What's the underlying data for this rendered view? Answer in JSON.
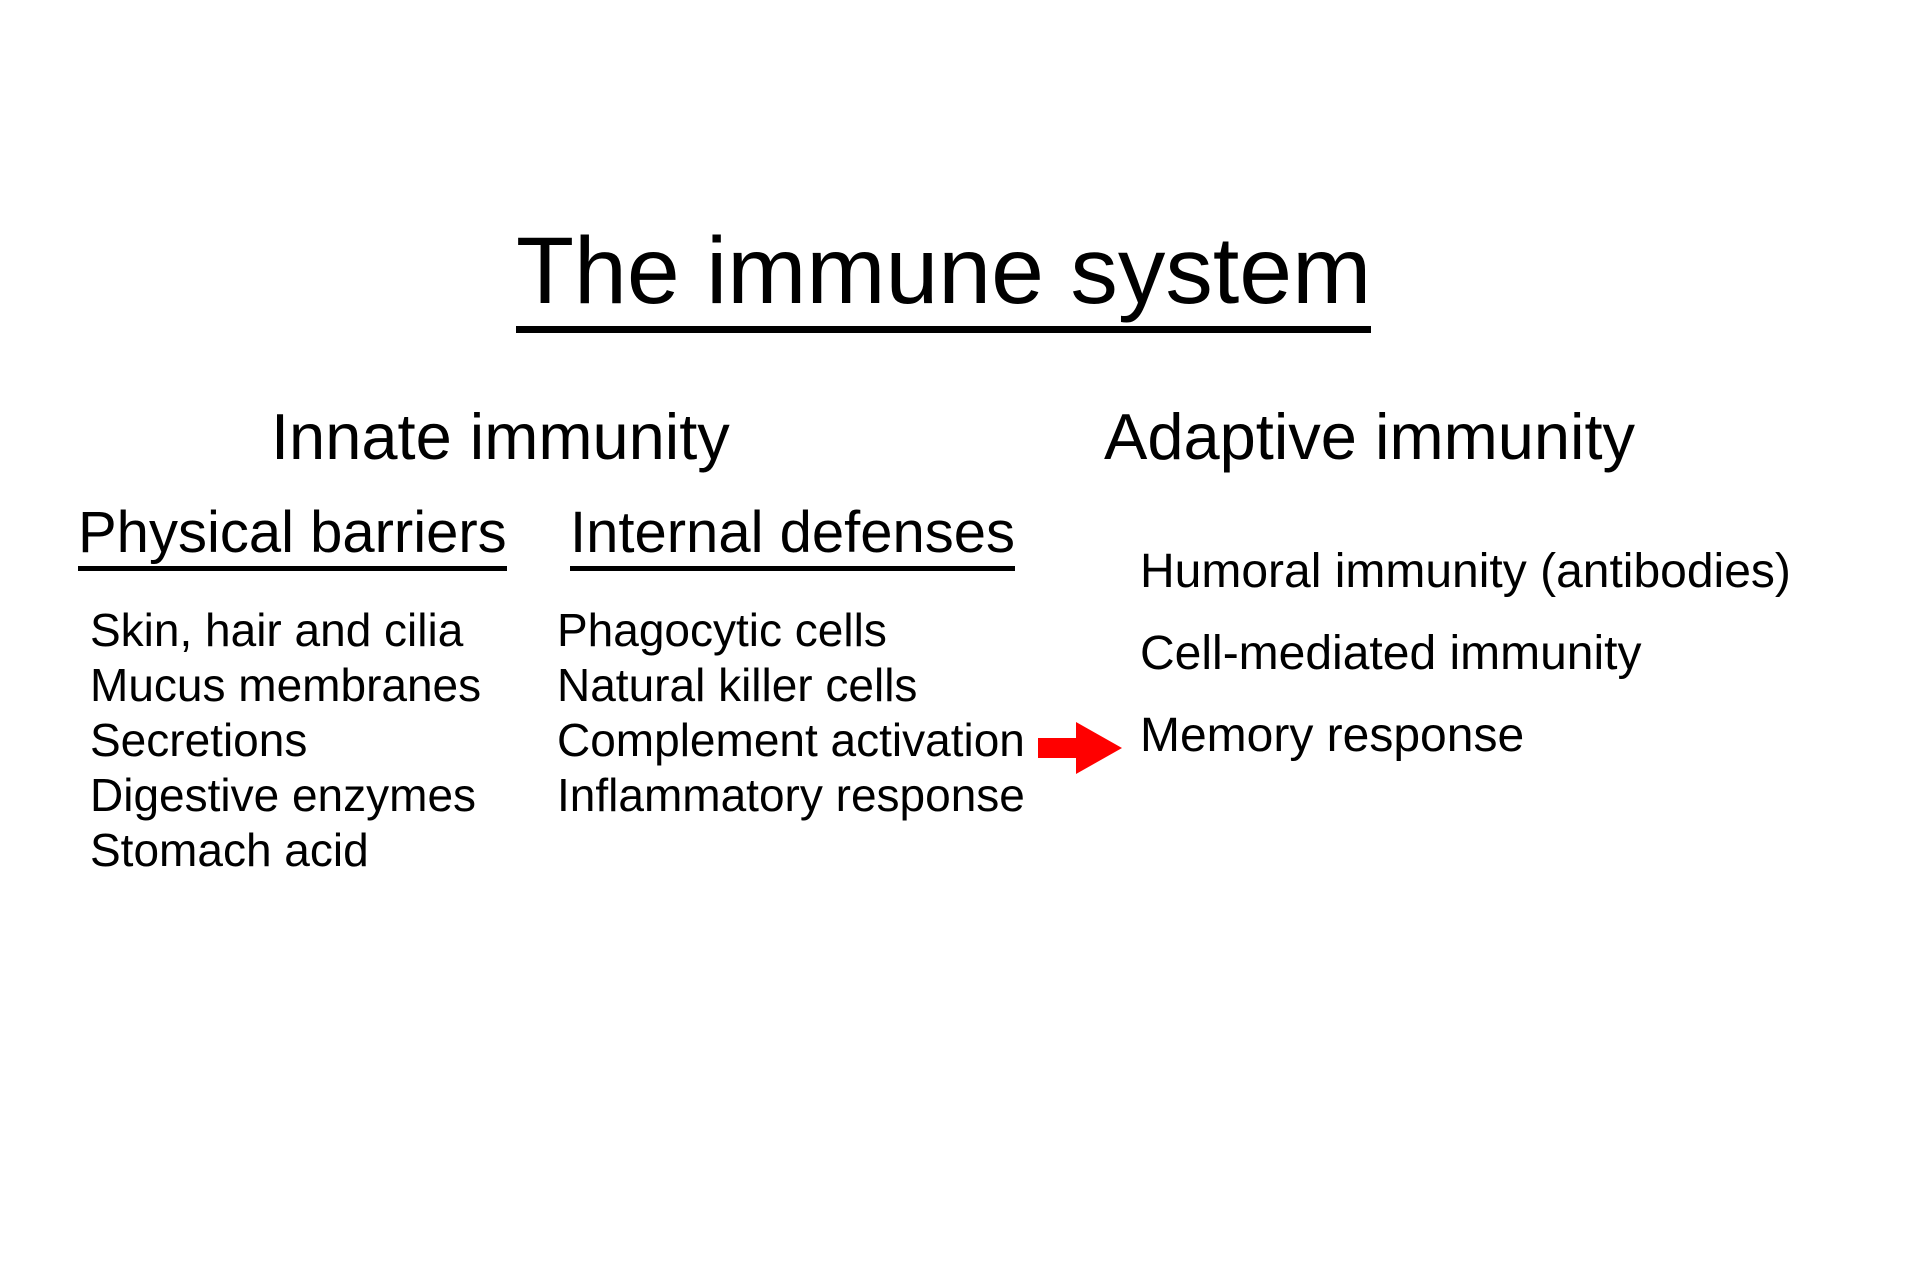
{
  "title": "The immune system",
  "colors": {
    "background": "#ffffff",
    "text": "#000000",
    "arrow": "#ff0000"
  },
  "innate": {
    "heading": "Innate immunity",
    "physical_barriers": {
      "heading": "Physical barriers",
      "items": [
        "Skin, hair and cilia",
        "Mucus membranes",
        "Secretions",
        "Digestive enzymes",
        "Stomach acid"
      ]
    },
    "internal_defenses": {
      "heading": "Internal defenses",
      "items": [
        "Phagocytic cells",
        "Natural killer cells",
        "Complement activation",
        "Inflammatory response"
      ]
    }
  },
  "adaptive": {
    "heading": "Adaptive immunity",
    "items": [
      "Humoral immunity (antibodies)",
      "Cell-mediated immunity",
      "Memory response"
    ]
  },
  "arrow": {
    "icon": "red-arrow-right-icon",
    "points_to": "Memory response"
  }
}
